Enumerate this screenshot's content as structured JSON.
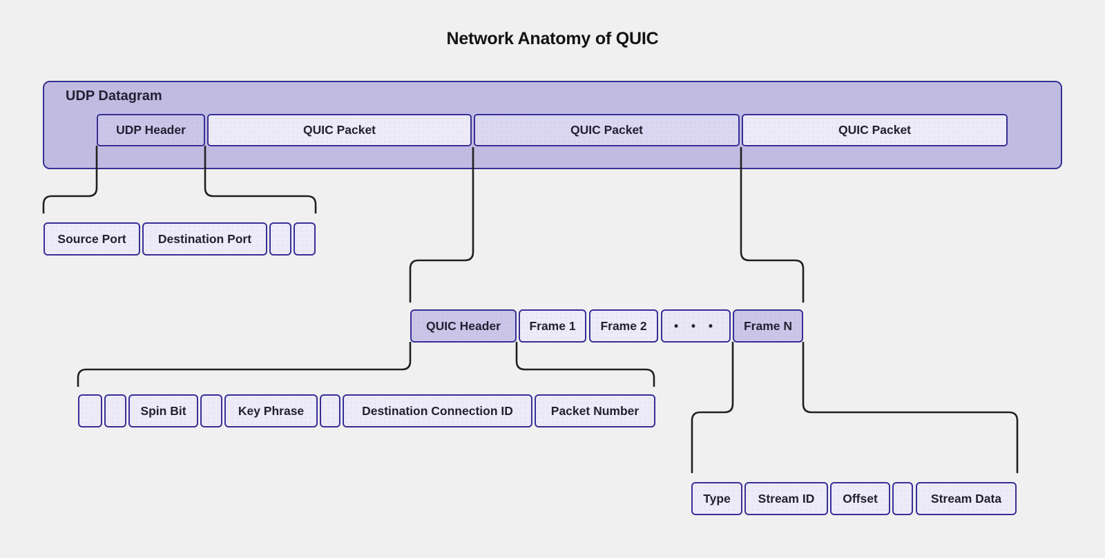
{
  "title": "Network Anatomy of QUIC",
  "udp_datagram": {
    "label": "UDP Datagram",
    "segments": [
      {
        "label": "UDP Header"
      },
      {
        "label": "QUIC Packet"
      },
      {
        "label": "QUIC Packet"
      },
      {
        "label": "QUIC Packet"
      }
    ]
  },
  "udp_header_fields": {
    "fields": [
      {
        "label": "Source Port"
      },
      {
        "label": "Destination Port"
      },
      {
        "label": ""
      },
      {
        "label": ""
      }
    ]
  },
  "quic_packet_structure": {
    "fields": [
      {
        "label": "QUIC Header"
      },
      {
        "label": "Frame 1"
      },
      {
        "label": "Frame 2"
      },
      {
        "label": "• • •"
      },
      {
        "label": "Frame N"
      }
    ]
  },
  "quic_header_fields": {
    "fields": [
      {
        "label": ""
      },
      {
        "label": ""
      },
      {
        "label": "Spin Bit"
      },
      {
        "label": ""
      },
      {
        "label": "Key Phrase"
      },
      {
        "label": ""
      },
      {
        "label": "Destination Connection ID"
      },
      {
        "label": "Packet Number"
      }
    ]
  },
  "frame_fields": {
    "fields": [
      {
        "label": "Type"
      },
      {
        "label": "Stream ID"
      },
      {
        "label": "Offset"
      },
      {
        "label": ""
      },
      {
        "label": "Stream Data"
      }
    ]
  },
  "colors": {
    "background": "#f0f0f0",
    "outer_fill": "#c1bbe2",
    "purple_fill": "#cbc6e8",
    "medium_fill": "#dbd7f0",
    "light_fill": "#edebf8",
    "box_border": "#372e96",
    "connector_line": "#1f1f1f",
    "text": "#232032"
  }
}
